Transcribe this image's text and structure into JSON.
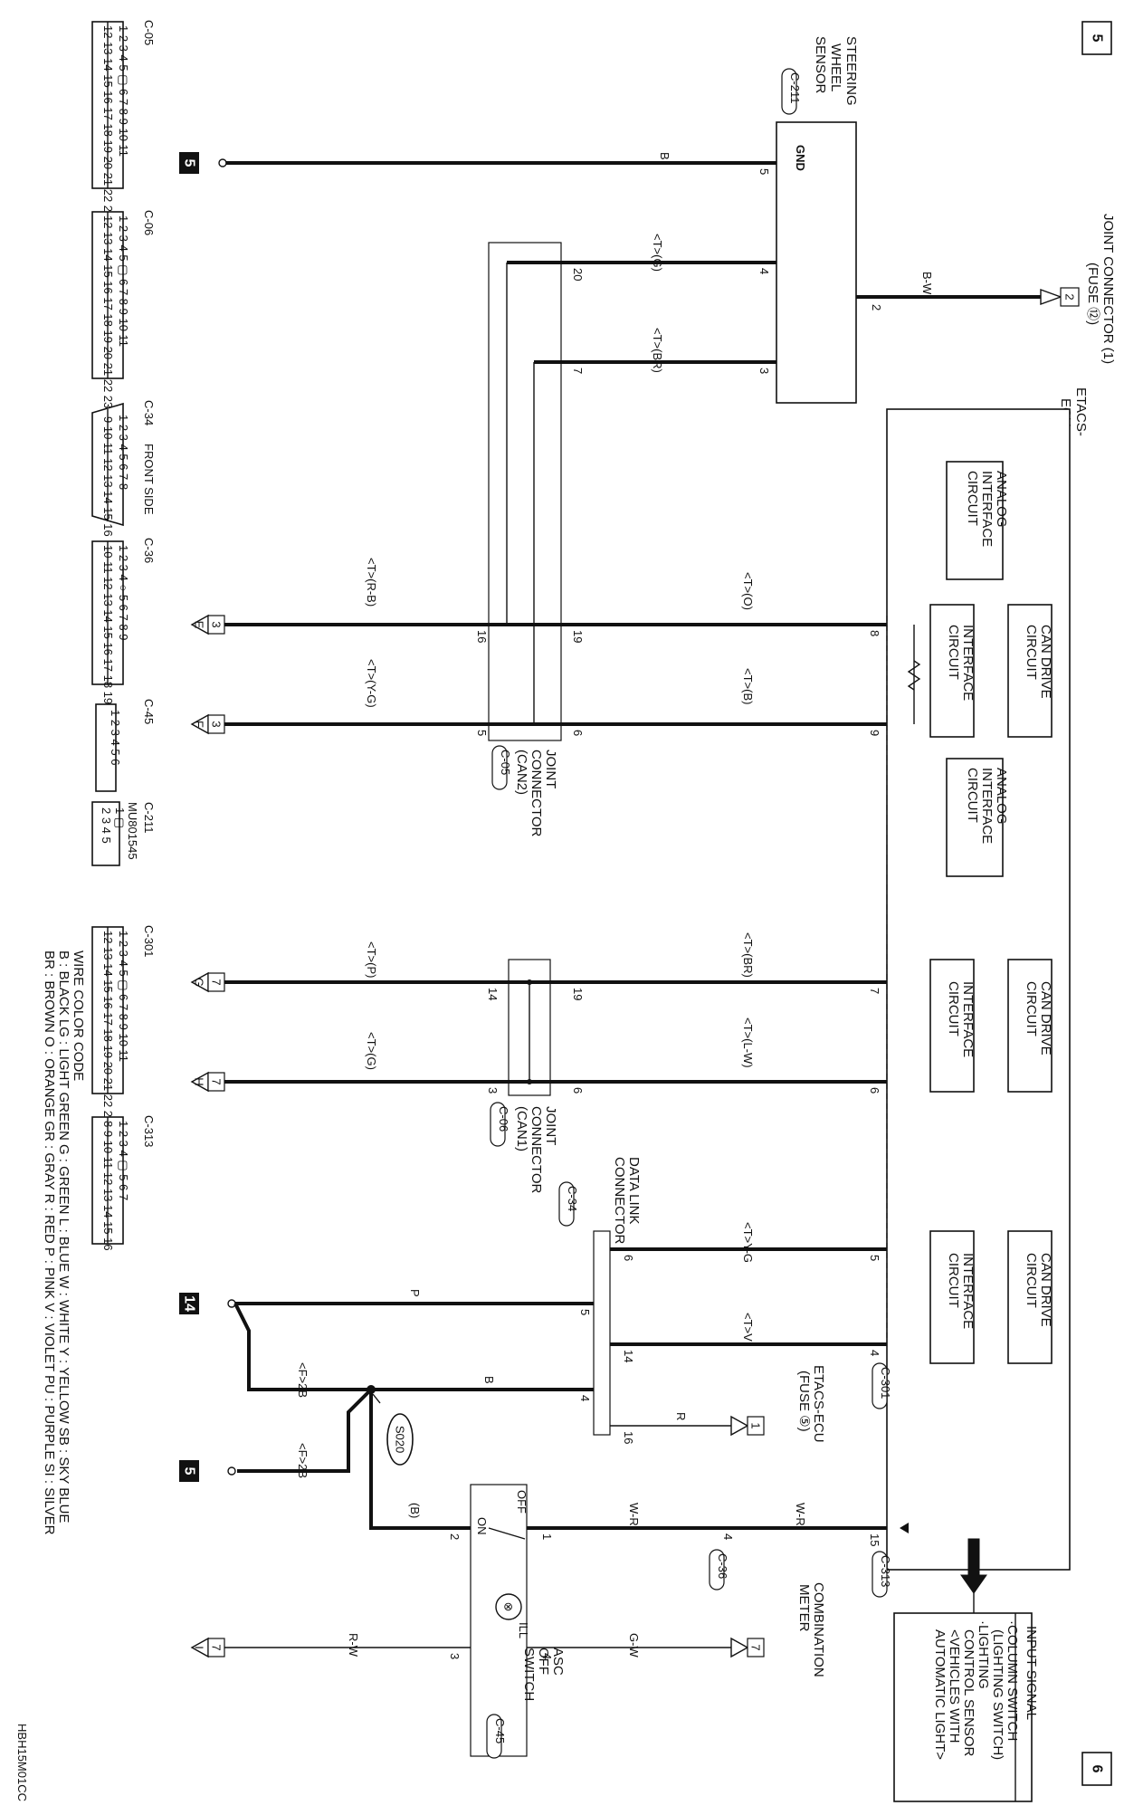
{
  "page_marks": {
    "left": "5",
    "right": "6",
    "code": "HBH15M01CC"
  },
  "connectors": [
    {
      "id": "C-05",
      "row1": "1 2 3 4 5 ▢ 6 7 8 9 10 11",
      "row2": "12 13 14 15 16 17 18 19 20 21 22 23 24"
    },
    {
      "id": "C-06",
      "row1": "1 2 3 4 5 ▢ 6 7 8 9 10 11",
      "row2": "12 13 14 15 16 17 18 19 20 21 22 23 24"
    },
    {
      "id": "C-34",
      "note": "FRONT SIDE",
      "row1": "1 2 3 4 5 6 7 8",
      "row2": "9 10 11 12 13 14 15 16"
    },
    {
      "id": "C-36",
      "row1": "1 2 3 4 ○ 5 6 7 8 9",
      "row2": "10 11 12 13 14 15 16 17 18 19 20"
    },
    {
      "id": "C-45",
      "row1": "1 2 3 4 5 6",
      "row2": ""
    },
    {
      "id": "C-211",
      "note": "MU801545",
      "row1": "1 ▢",
      "row2": "2 3 4 5"
    },
    {
      "id": "C-301",
      "row1": "1 2 3 4 5 ▢ 6 7 8 9 10 11",
      "row2": "12 13 14 15 16 17 18 19 20 21 22 23 24"
    },
    {
      "id": "C-313",
      "row1": "1 2 3 4 ▢ 5 6 7",
      "row2": "8 9 10 11 12 13 14 15 16"
    }
  ],
  "wire_color_code": {
    "title": "WIRE COLOR CODE",
    "row1": "B : BLACK   LG : LIGHT GREEN   G : GREEN   L : BLUE   W : WHITE   Y : YELLOW   SB : SKY BLUE",
    "row2": "BR : BROWN   O : ORANGE   GR : GRAY   R : RED   P : PINK   V : VIOLET   PU : PURPLE   SI : SILVER"
  },
  "components": {
    "steering": {
      "l1": "STEERING",
      "l2": "WHEEL",
      "l3": "SENSOR",
      "tag": "C-211",
      "gnd": "GND"
    },
    "joint1": {
      "l1": "JOINT CONNECTOR (1)",
      "l2": "(FUSE ⑫)",
      "pin": "2"
    },
    "etacs": {
      "l1": "ETACS-",
      "l2": "ECU"
    },
    "analog_top": {
      "l1": "ANALOG",
      "l2": "INTERFACE",
      "l3": "CIRCUIT"
    },
    "analog_mid": {
      "l1": "ANALOG",
      "l2": "INTERFACE",
      "l3": "CIRCUIT"
    },
    "can_drive": {
      "l1": "CAN DRIVE",
      "l2": "CIRCUIT"
    },
    "interface": {
      "l1": "INTERFACE",
      "l2": "CIRCUIT"
    },
    "jc_can2": {
      "l1": "JOINT",
      "l2": "CONNECTOR",
      "l3": "(CAN2)",
      "tag": "C-05"
    },
    "jc_can1": {
      "l1": "JOINT",
      "l2": "CONNECTOR",
      "l3": "(CAN1)",
      "tag": "C-06"
    },
    "dlc": {
      "l1": "DATA LINK",
      "l2": "CONNECTOR",
      "tag": "C-34"
    },
    "etacs_fuse": {
      "l1": "ETACS-ECU",
      "l2": "(FUSE ⑤)",
      "pin": "1"
    },
    "asc": {
      "l1": "ASC",
      "l2": "OFF",
      "l3": "SWITCH",
      "tag": "C-45",
      "ill": "ILL",
      "off": "OFF",
      "on": "ON"
    },
    "meter": {
      "l1": "COMBINATION",
      "l2": "METER",
      "pin": "7"
    },
    "input": {
      "title": "INPUT SIGNAL",
      "l1": "·COLUMN SWITCH",
      "l2": "(LIGHTING SWITCH)",
      "l3": "·LIGHTING",
      "l4": "CONTROL SENSOR",
      "l5": "<VEHICLES WITH",
      "l6": "AUTOMATIC LIGHT>"
    },
    "splice": "S020"
  },
  "wire_labels": {
    "bw": "B-W",
    "b_gnd": "B",
    "tg": "<T>(G)",
    "tbr": "<T>(BR)",
    "to": "<T>(O)",
    "tb": "<T>(B)",
    "trb": "<T>(R-B)",
    "tyg": "<T>(Y-G)",
    "tbr2": "<T>(BR)",
    "tlw": "<T>(L-W)",
    "tp": "<T>(P)",
    "tg2": "<T>(G)",
    "tyg2": "<T>Y-G",
    "tv": "<T>V",
    "p": "P",
    "f2b1": "<F>2B",
    "b": "B",
    "f2b2": "<F>2B",
    "bb": "(B)",
    "r": "R",
    "wr1": "W-R",
    "wr2": "W-R",
    "gw": "G-W",
    "rw": "R-W"
  },
  "pins": {
    "s5": "5",
    "s4": "4",
    "s3": "3",
    "s2": "2",
    "j20": "20",
    "j7": "7",
    "e8": "8",
    "e9": "9",
    "e7": "7",
    "e6": "6",
    "e5": "5",
    "e4": "4",
    "e15": "15",
    "c5_19": "19",
    "c5_6": "6",
    "c5_16": "16",
    "c5_5": "5",
    "c6_19": "19",
    "c6_6": "6",
    "c6_14": "14",
    "c6_3": "3",
    "d6": "6",
    "d14": "14",
    "d5": "5",
    "d4": "4",
    "d16": "16",
    "a1": "1",
    "a2": "2",
    "a3": "3",
    "a4": "4",
    "c36_4": "4",
    "etag_c301": "C-301",
    "etag_c313": "C-313",
    "tag_c36": "C-36"
  },
  "offpage": {
    "g1": "5",
    "g2": "14",
    "g3": "5",
    "o_e": "3",
    "o_f": "3",
    "o_g": "7",
    "o_h": "7",
    "o_r": "7",
    "o_e_l": "E",
    "o_f_l": "F",
    "o_g_l": "G",
    "o_h_l": "H",
    "o_r_l": "I"
  }
}
